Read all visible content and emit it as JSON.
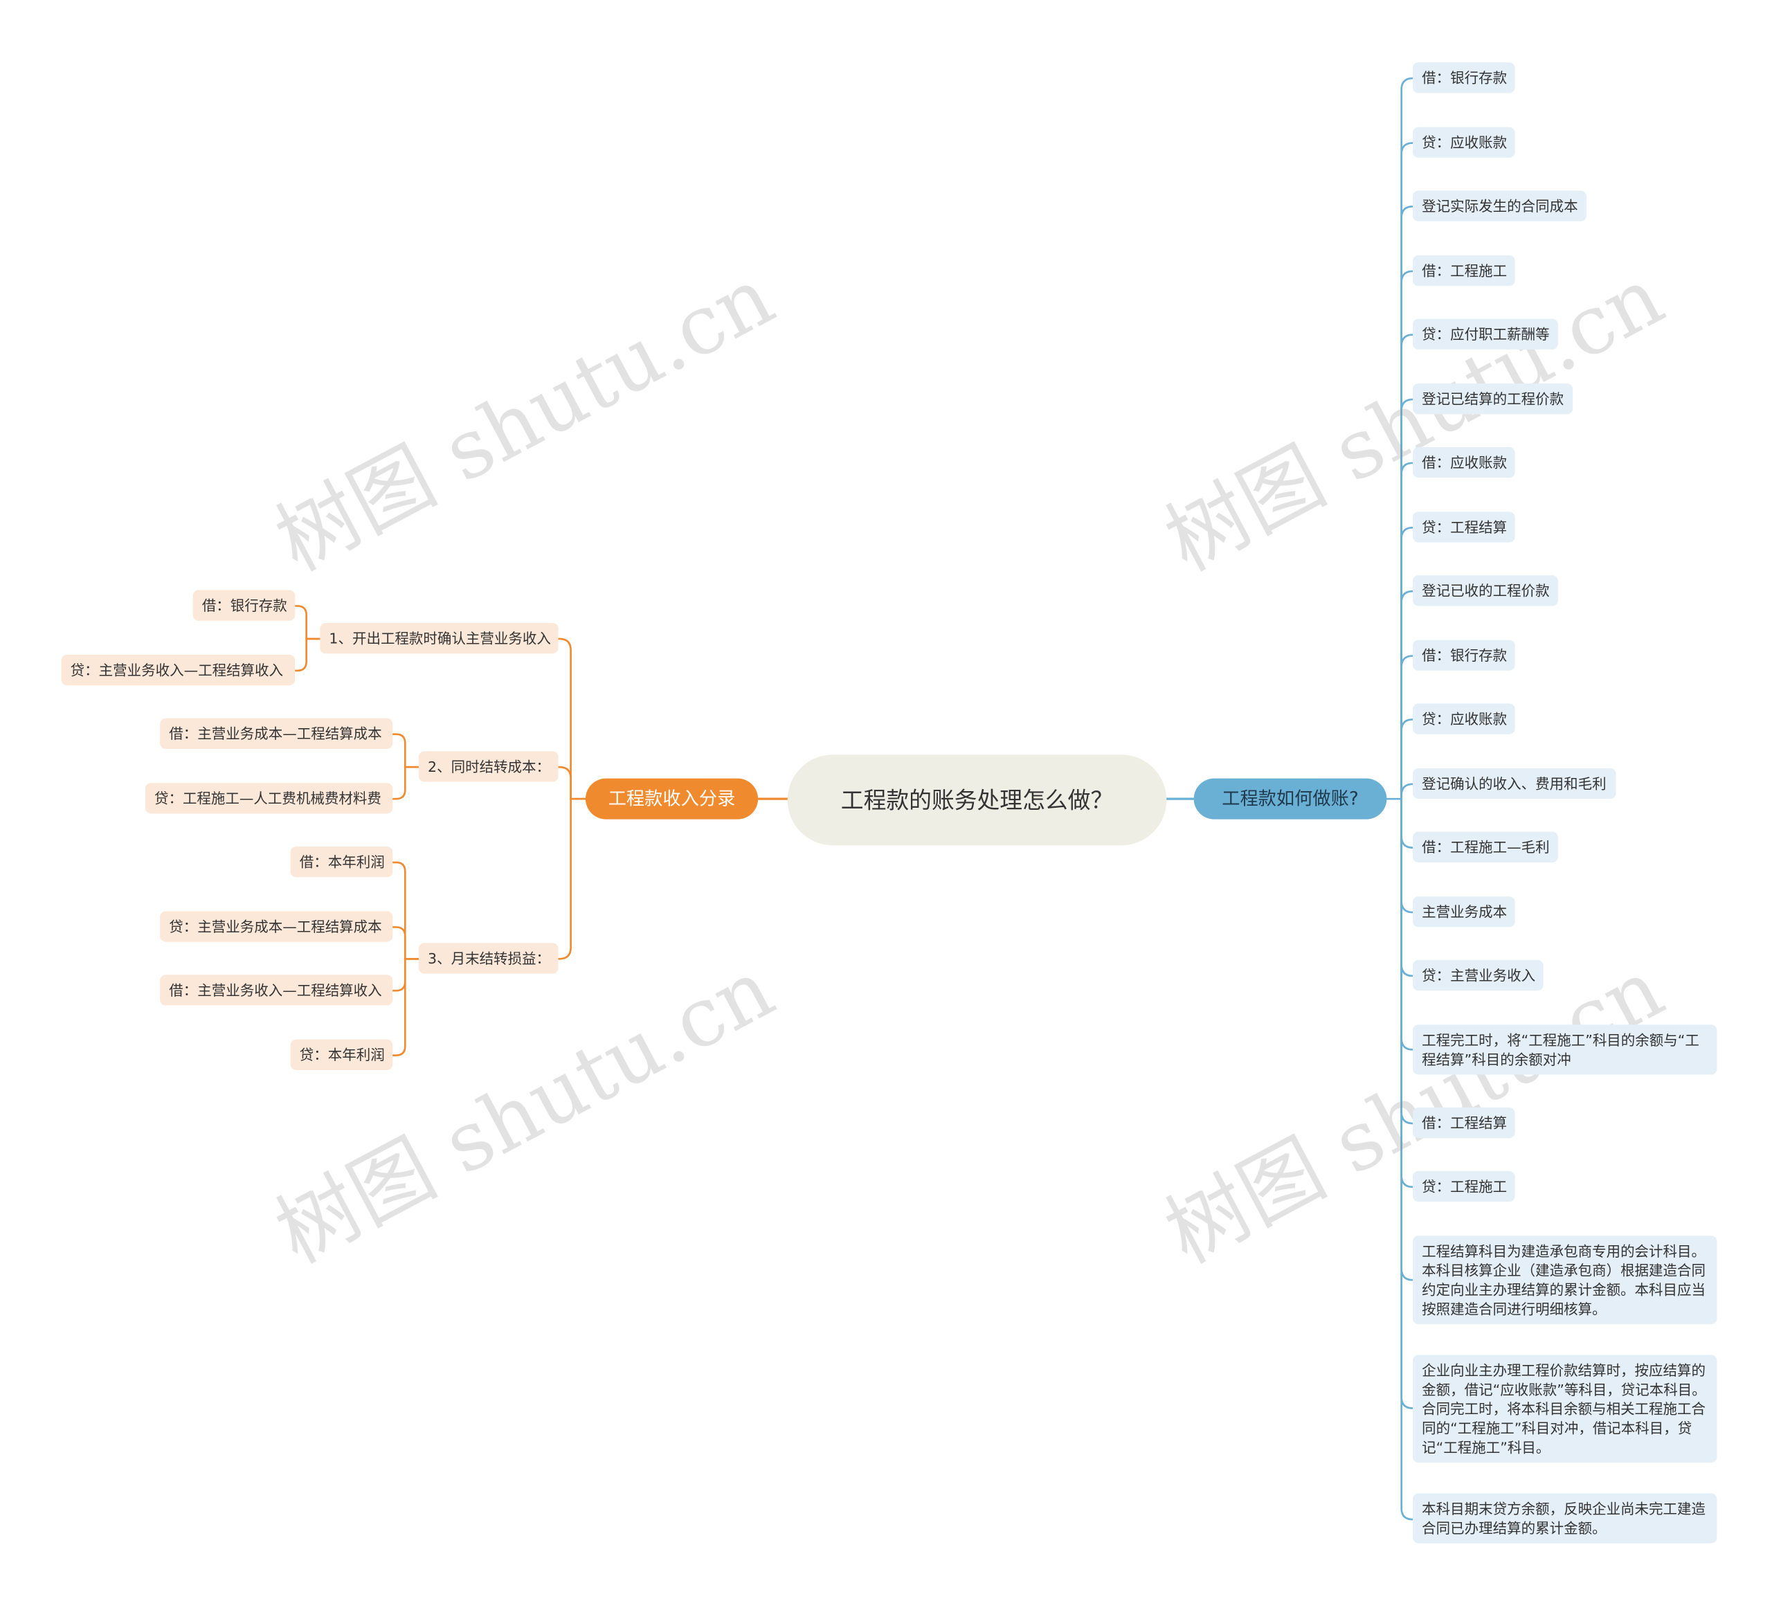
{
  "center": {
    "text": "工程款的账务处理怎么做？"
  },
  "watermark": "树图 shutu.cn",
  "colors": {
    "left_branch": "#f08a2e",
    "right_branch": "#6aafd4",
    "center_fill": "#eeeee4",
    "left_leaf": "#fce8d8",
    "right_leaf": "#e4eff7"
  },
  "left": {
    "label": "工程款收入分录",
    "groups": [
      {
        "label": "1、开出工程款时确认主营业务收入",
        "items": [
          "借：银行存款",
          "贷：主营业务收入—工程结算收入"
        ]
      },
      {
        "label": "2、同时结转成本：",
        "items": [
          "借：主营业务成本—工程结算成本",
          "贷：工程施工—人工费机械费材料费"
        ]
      },
      {
        "label": "3、月末结转损益：",
        "items": [
          "借：本年利润",
          "贷：主营业务成本—工程结算成本",
          "借：主营业务收入—工程结算收入",
          "贷：本年利润"
        ]
      }
    ]
  },
  "right": {
    "label": "工程款如何做账?",
    "items": [
      "借：银行存款",
      "贷：应收账款",
      "登记实际发生的合同成本",
      "借：工程施工",
      "贷：应付职工薪酬等",
      "登记已结算的工程价款",
      "借：应收账款",
      "贷：工程结算",
      "登记已收的工程价款",
      "借：银行存款",
      "贷：应收账款",
      "登记确认的收入、费用和毛利",
      "借：工程施工—毛利",
      "主营业务成本",
      "贷：主营业务收入",
      "工程完工时，将“工程施工”科目的余额与“工程结算”科目的余额对冲",
      "借：工程结算",
      "贷：工程施工",
      "工程结算科目为建造承包商专用的会计科目。本科目核算企业（建造承包商）根据建造合同约定向业主办理结算的累计金额。本科目应当按照建造合同进行明细核算。",
      "企业向业主办理工程价款结算时，按应结算的金额，借记“应收账款”等科目，贷记本科目。合同完工时，将本科目余额与相关工程施工合同的“工程施工”科目对冲，借记本科目，贷记“工程施工”科目。",
      "本科目期末贷方余额，反映企业尚未完工建造合同已办理结算的累计金额。"
    ]
  }
}
